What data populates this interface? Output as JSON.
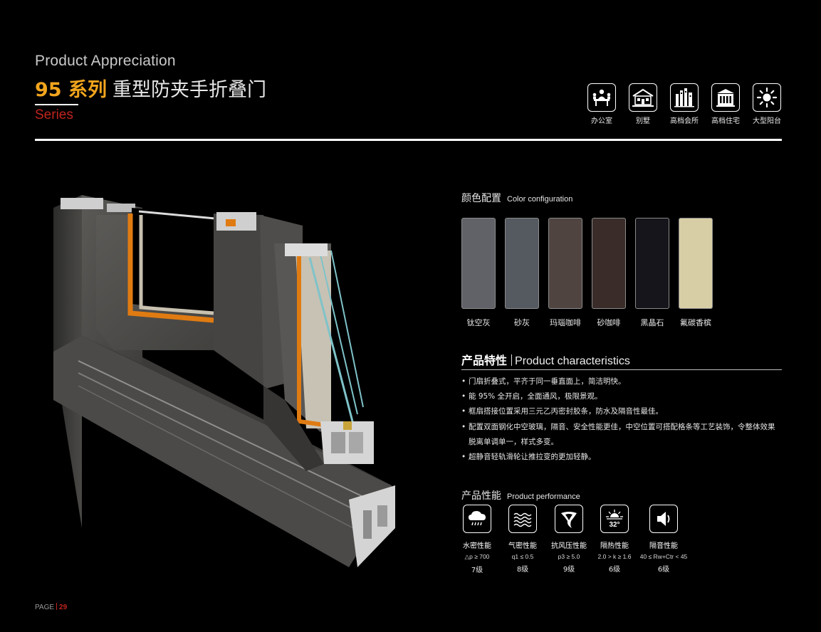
{
  "header": {
    "en_title": "Product Appreciation",
    "series_number": "95 系列",
    "product_name": "重型防夹手折叠门",
    "series_label": "Series"
  },
  "applications": [
    {
      "label": "办公室",
      "icon": "office-meeting-icon"
    },
    {
      "label": "别墅",
      "icon": "villa-icon"
    },
    {
      "label": "高档会所",
      "icon": "clubhouse-icon"
    },
    {
      "label": "高档住宅",
      "icon": "residence-icon"
    },
    {
      "label": "大型阳台",
      "icon": "sun-balcony-icon"
    }
  ],
  "colors": {
    "heading_cn": "颜色配置",
    "heading_en": "Color configuration",
    "swatches": [
      {
        "label": "钛空灰",
        "color": "#606268"
      },
      {
        "label": "砂灰",
        "color": "#555a61"
      },
      {
        "label": "玛瑙咖啡",
        "color": "#4f4440"
      },
      {
        "label": "砂咖啡",
        "color": "#3a2d29"
      },
      {
        "label": "黑晶石",
        "color": "#16151b"
      },
      {
        "label": "氟碳香槟",
        "color": "#d8cea6"
      }
    ]
  },
  "characteristics": {
    "heading_cn": "产品特性",
    "heading_en": "Product characteristics",
    "bullets": [
      "门扇折叠式，平齐于同一垂直面上，简洁明快。",
      "能 95% 全开启，全面通风，极限景观。",
      "框扇搭接位置采用三元乙丙密封胶条，防水及隔音性最佳。",
      "配置双面钢化中空玻璃，隔音、安全性能更佳，中空位置可搭配格条等工艺装饰，令整体效果",
      "脱离单调单一，样式多变。",
      "超静音轻轨滑轮让推拉变的更加轻静。"
    ]
  },
  "performance": {
    "heading_cn": "产品性能",
    "heading_en": "Product performance",
    "items": [
      {
        "name": "水密性能",
        "spec": "△p ≥ 700",
        "grade": "7级",
        "icon": "water-tightness-icon"
      },
      {
        "name": "气密性能",
        "spec": "q1 ≤ 0.5",
        "grade": "8级",
        "icon": "air-tightness-icon"
      },
      {
        "name": "抗风压性能",
        "spec": "p3 ≥ 5.0",
        "grade": "9级",
        "icon": "wind-pressure-icon"
      },
      {
        "name": "隔热性能",
        "spec": "2.0 > k ≥ 1.6",
        "grade": "6级",
        "icon": "heat-insulation-icon",
        "icon_text": "32°"
      },
      {
        "name": "隔音性能",
        "spec": "40 ≤ Rw+Ctr < 45",
        "grade": "6级",
        "icon": "sound-insulation-icon"
      }
    ]
  },
  "footer": {
    "page_label": "PAGE",
    "page_number": "29"
  }
}
